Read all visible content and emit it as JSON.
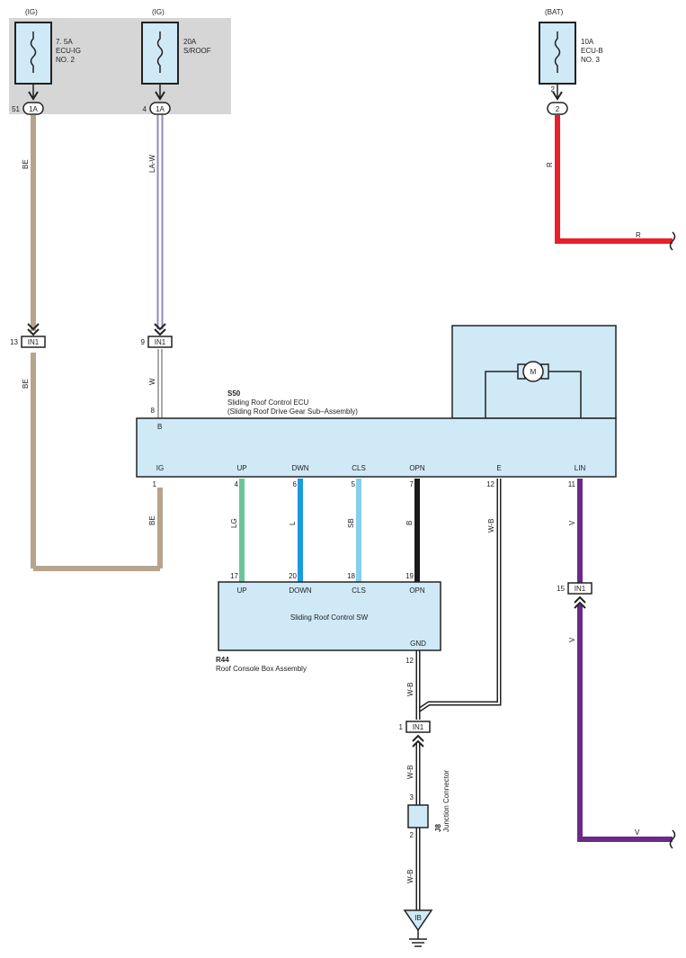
{
  "fuses": [
    {
      "supply": "(IG)",
      "rating": "7. 5A",
      "name1": "ECU-IG",
      "name2": "NO. 2",
      "pin": "51",
      "conn": "1A"
    },
    {
      "supply": "(IG)",
      "rating": "20A",
      "name1": "S/ROOF",
      "name2": "",
      "pin": "4",
      "conn": "1A"
    },
    {
      "supply": "(BAT)",
      "rating": "10A",
      "name1": "ECU-B",
      "name2": "NO. 3",
      "pin": "2",
      "conn": "2"
    }
  ],
  "wires": {
    "be_top": "BE",
    "law": "LA-W",
    "r_vert": "R",
    "r_horiz": "R",
    "be_mid": "BE",
    "w": "W",
    "be_low": "BE",
    "lg": "LG",
    "l": "L",
    "sb": "SB",
    "b": "B",
    "wb_e": "W-B",
    "v_top": "V",
    "v_low": "V",
    "v_horiz": "V",
    "wb_gnd": "W-B",
    "wb_mid": "W-B",
    "wb_bot": "W-B"
  },
  "connectors": {
    "in1_left": {
      "pin": "13",
      "name": "IN1"
    },
    "in1_mid": {
      "pin": "9",
      "name": "IN1"
    },
    "in1_right": {
      "pin": "15",
      "name": "IN1"
    },
    "in1_bottom": {
      "pin": "1",
      "name": "IN1"
    }
  },
  "ecu": {
    "code": "S50",
    "name": "Sliding Roof Control ECU",
    "subname": "(Sliding Roof Drive Gear Sub–Assembly)",
    "motor": "M",
    "top_pin_label": "B",
    "top_pin_num": "8",
    "terminals": [
      {
        "label": "IG",
        "pin": "1"
      },
      {
        "label": "UP",
        "pin": "4"
      },
      {
        "label": "DWN",
        "pin": "6"
      },
      {
        "label": "CLS",
        "pin": "5"
      },
      {
        "label": "OPN",
        "pin": "7"
      },
      {
        "label": "E",
        "pin": "12"
      },
      {
        "label": "LIN",
        "pin": "11"
      }
    ]
  },
  "switch": {
    "code": "R44",
    "name": "Roof Console Box Assembly",
    "title": "Sliding Roof Control SW",
    "terminals": [
      {
        "label": "UP",
        "pin": "17"
      },
      {
        "label": "DOWN",
        "pin": "20"
      },
      {
        "label": "CLS",
        "pin": "18"
      },
      {
        "label": "OPN",
        "pin": "19"
      }
    ],
    "gnd_label": "GND",
    "gnd_pin": "12"
  },
  "junction": {
    "code": "J8",
    "name": "Junction Connector",
    "pin_top": "3",
    "pin_bottom": "2"
  },
  "ground": {
    "label": "IB"
  },
  "colors": {
    "beige": "#b7a48d",
    "lavender": "#b4b4d8",
    "red": "#e8202a",
    "lg": "#6ec49a",
    "blue": "#1a9be0",
    "sky": "#86cfee",
    "black": "#1a1a1a",
    "violet": "#6a2a8a",
    "box_fill": "#cfe9f7",
    "gray_area": "#d6d6d6"
  }
}
